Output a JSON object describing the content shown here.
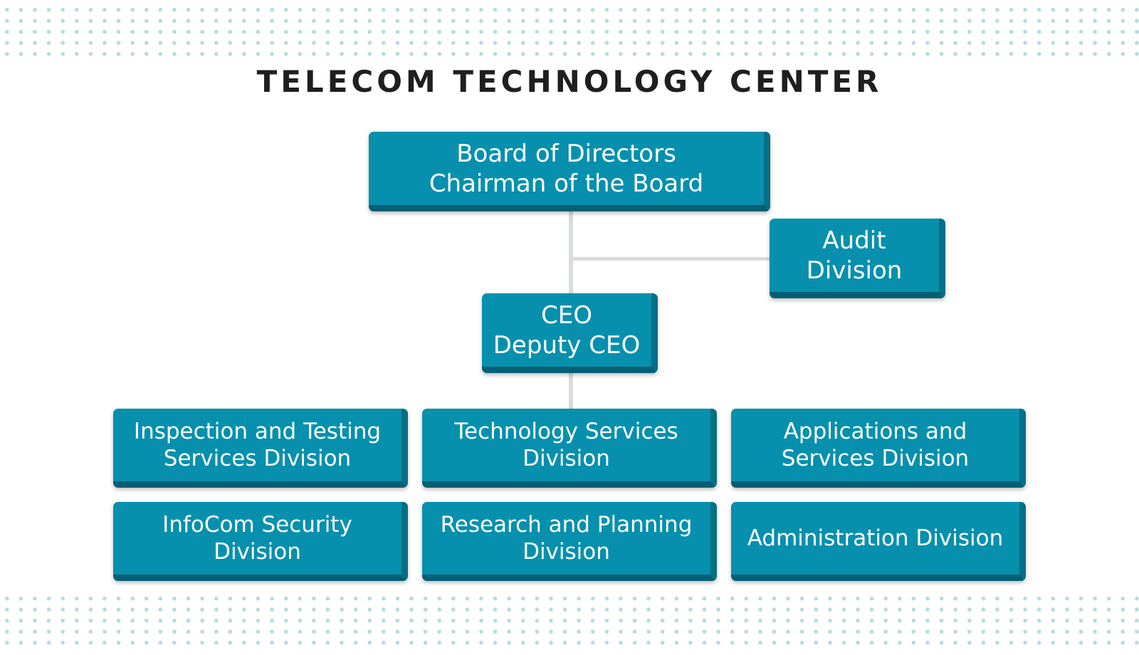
{
  "title": "TELECOM TECHNOLOGY CENTER",
  "board": {
    "line1": "Board of Directors",
    "line2": "Chairman of the Board"
  },
  "audit": {
    "line1": "Audit",
    "line2": "Division"
  },
  "ceo": {
    "line1": "CEO",
    "line2": "Deputy CEO"
  },
  "divisions": [
    {
      "line1": "Inspection and Testing",
      "line2": "Services Division"
    },
    {
      "line1": "Technology Services",
      "line2": "Division"
    },
    {
      "line1": "Applications and",
      "line2": "Services Division"
    },
    {
      "line1": "InfoCom Security",
      "line2": "Division"
    },
    {
      "line1": "Research and Planning",
      "line2": "Division"
    },
    {
      "line1": "Administration Division"
    }
  ],
  "colors": {
    "box": "#0690ad",
    "box_shadow": "#035f73",
    "connector": "#d9dcdc",
    "dots": "#b7dbe2",
    "title": "#1f1f1f"
  }
}
